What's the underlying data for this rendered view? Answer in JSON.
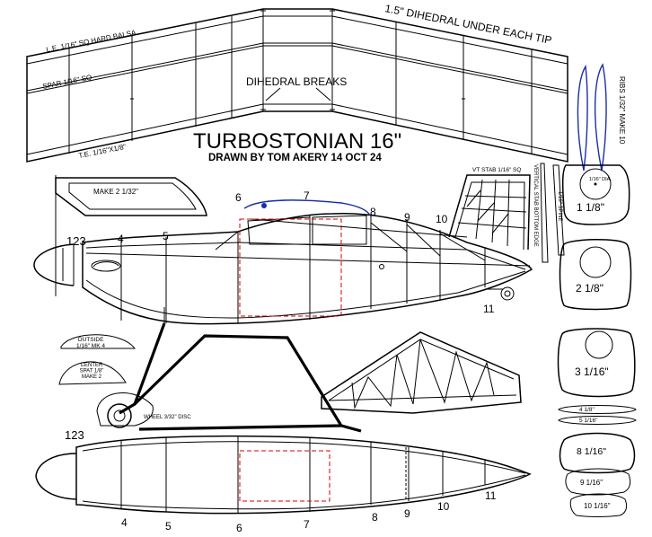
{
  "title": "TURBOSTONIAN 16\"",
  "subtitle": "DRAWN BY TOM AKERY 14 OCT 24",
  "wing": {
    "le_label": "L.E. 1/16\" SQ HARD BALSA",
    "spar_label": "SPAR 1/16\" SQ",
    "te_label": "T.E. 1/16\"X1/8\"",
    "dihedral_note": "1.5\" DIHEDRAL UNDER EACH TIP",
    "dihedral_breaks": "DIHEDRAL BREAKS",
    "ribs_label": "RIBS 1/32\" MAKE 10"
  },
  "canopy_label": "MAKE 2 1/32\"",
  "stations_side": [
    "123",
    "4",
    "5",
    "6",
    "7",
    "8",
    "9",
    "10",
    "11"
  ],
  "stations_top": [
    "123",
    "4",
    "5",
    "6",
    "7",
    "8",
    "9",
    "10",
    "11"
  ],
  "tail": {
    "vt_label": "VT STAB 1/16\" SQ",
    "edge_label": "VERTICAL STAB BOTTOM EDGE",
    "spine_label": "1/16\" SPINE"
  },
  "wheel": {
    "outside_label": "OUTSIDE\n1/16\" MK 4",
    "center_label": "CENTER\nSPAT 1/8\"\nMAKE 2",
    "disc_label": "WHEEL 3/32\" DISC"
  },
  "formers": [
    {
      "label": "1  1/8\""
    },
    {
      "label": "2  1/8\""
    },
    {
      "label": "3  1/16\""
    },
    {
      "label": "4  1/8\""
    },
    {
      "label": "5  1/16\""
    },
    {
      "label": "8   1/16\""
    },
    {
      "label": "9   1/16\""
    },
    {
      "label": "10  1/16\""
    }
  ],
  "former1_note": "1/16\" DIA."
}
